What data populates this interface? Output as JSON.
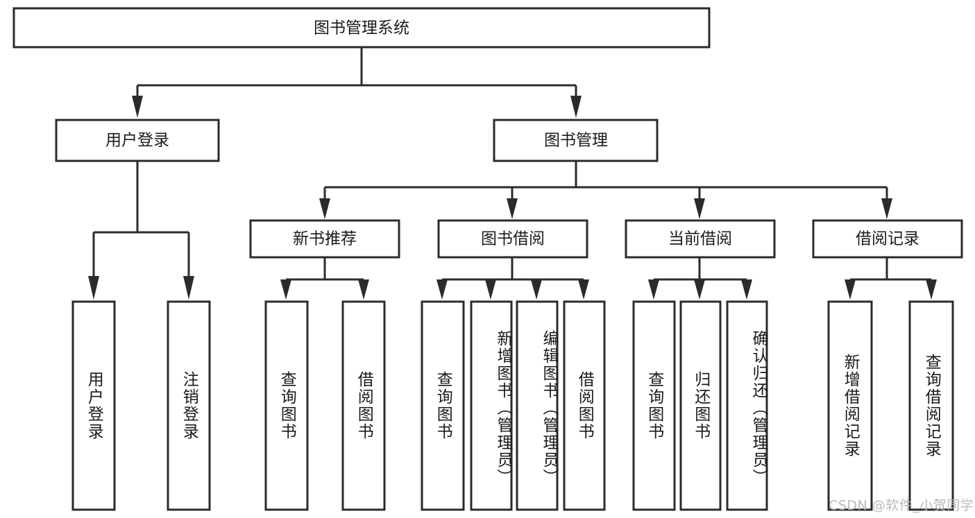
{
  "diagram": {
    "type": "tree-hierarchy-chart",
    "title_node": {
      "id": "root",
      "label": "图书管理系统",
      "orientation": "horizontal"
    },
    "level1": [
      {
        "id": "user-login",
        "label": "用户登录",
        "orientation": "horizontal"
      },
      {
        "id": "book-management",
        "label": "图书管理",
        "orientation": "horizontal"
      }
    ],
    "level2": [
      {
        "id": "new-book-recommend",
        "label": "新书推荐",
        "orientation": "horizontal",
        "parent": "book-management"
      },
      {
        "id": "book-borrow",
        "label": "图书借阅",
        "orientation": "horizontal",
        "parent": "book-management"
      },
      {
        "id": "current-borrow",
        "label": "当前借阅",
        "orientation": "horizontal",
        "parent": "book-management"
      },
      {
        "id": "borrow-record",
        "label": "借阅记录",
        "orientation": "horizontal",
        "parent": "book-management"
      }
    ],
    "leaves": [
      {
        "id": "leaf-user-login",
        "label": "用户登录",
        "parent": "user-login",
        "orientation": "vertical"
      },
      {
        "id": "leaf-logout-login",
        "label": "注销登录",
        "parent": "user-login",
        "orientation": "vertical"
      },
      {
        "id": "leaf-query-book-1",
        "label": "查询图书",
        "parent": "new-book-recommend",
        "orientation": "vertical"
      },
      {
        "id": "leaf-borrow-book-1",
        "label": "借阅图书",
        "parent": "new-book-recommend",
        "orientation": "vertical"
      },
      {
        "id": "leaf-query-book-2",
        "label": "查询图书",
        "parent": "book-borrow",
        "orientation": "vertical"
      },
      {
        "id": "leaf-add-book",
        "label": "新增图书（管理员）",
        "parent": "book-borrow",
        "orientation": "vertical"
      },
      {
        "id": "leaf-edit-book",
        "label": "编辑图书（管理员）",
        "parent": "book-borrow",
        "orientation": "vertical"
      },
      {
        "id": "leaf-borrow-book-2",
        "label": "借阅图书",
        "parent": "book-borrow",
        "orientation": "vertical"
      },
      {
        "id": "leaf-query-book-3",
        "label": "查询图书",
        "parent": "current-borrow",
        "orientation": "vertical"
      },
      {
        "id": "leaf-return-book",
        "label": "归还图书",
        "parent": "current-borrow",
        "orientation": "vertical"
      },
      {
        "id": "leaf-confirm-return",
        "label": "确认归还（管理员）",
        "parent": "current-borrow",
        "orientation": "vertical"
      },
      {
        "id": "leaf-add-record",
        "label": "新增借阅记录",
        "parent": "borrow-record",
        "orientation": "vertical"
      },
      {
        "id": "leaf-query-record",
        "label": "查询借阅记录",
        "parent": "borrow-record",
        "orientation": "vertical"
      }
    ],
    "watermark": "CSDN @软件_小贺同学",
    "colors": {
      "stroke": "#2b2b2b",
      "fill": "#ffffff",
      "text": "#1a1a1a",
      "watermark": "#b9b9b9",
      "background": "#ffffff"
    }
  }
}
